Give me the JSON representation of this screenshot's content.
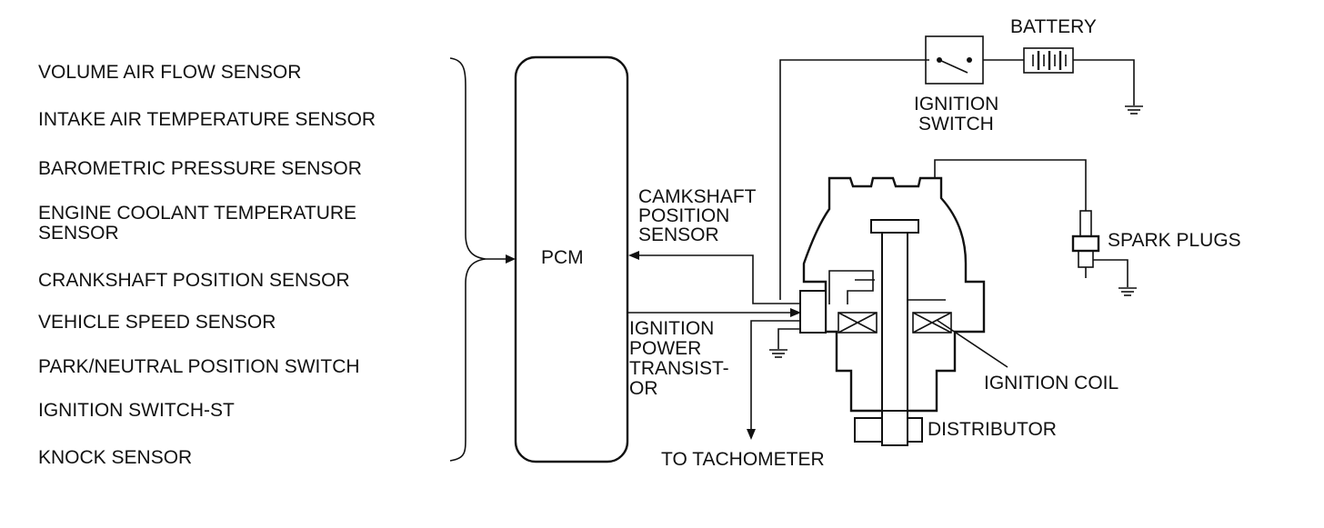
{
  "inputs": [
    "VOLUME AIR FLOW SENSOR",
    "INTAKE AIR TEMPERATURE SENSOR",
    "BAROMETRIC PRESSURE SENSOR",
    [
      "ENGINE COOLANT TEMPERATURE",
      "SENSOR"
    ],
    "CRANKSHAFT POSITION SENSOR",
    "VEHICLE SPEED SENSOR",
    "PARK/NEUTRAL POSITION SWITCH",
    "IGNITION SWITCH-ST",
    "KNOCK SENSOR"
  ],
  "pcm_label": "PCM",
  "camshaft_label": [
    "CAMKSHAFT",
    "POSITION",
    "SENSOR"
  ],
  "igniter_label": [
    "IGNITION",
    "POWER",
    "TRANSIST-",
    "OR"
  ],
  "tachometer_label": "TO TACHOMETER",
  "battery_label": "BATTERY",
  "ignition_switch_label": [
    "IGNITION",
    "SWITCH"
  ],
  "spark_plugs_label": "SPARK PLUGS",
  "ignition_coil_label": "IGNITION COIL",
  "distributor_label": "DISTRIBUTOR"
}
